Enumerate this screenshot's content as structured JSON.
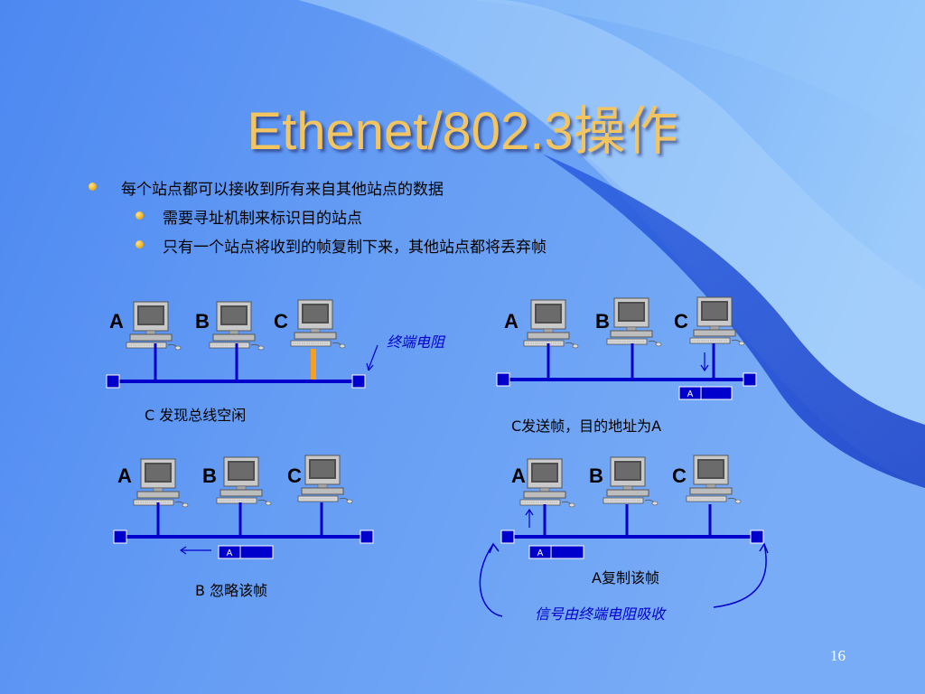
{
  "title": "Ethenet/802.3操作",
  "bullets": {
    "main": "每个站点都可以接收到所有来自其他站点的数据",
    "sub1": "需要寻址机制来标识目的站点",
    "sub2": "只有一个站点将收到的帧复制下来，其他站点都将丢弃帧"
  },
  "station_labels": {
    "a": "A",
    "b": "B",
    "c": "C"
  },
  "frame_address": "A",
  "diagrams": {
    "top_left": {
      "caption": "C 发现总线空闲",
      "terminator_label": "终端电阻"
    },
    "top_right": {
      "caption": "C发送帧，目的地址为A"
    },
    "bottom_left": {
      "caption": "B 忽略该帧"
    },
    "bottom_right": {
      "caption": "A复制该帧",
      "absorb_label": "信号由终端电阻吸收"
    }
  },
  "page_number": "16",
  "colors": {
    "bus": "#0000cc",
    "title": "#f3c561",
    "tap_active": "#f5a020",
    "bullet": "#e9a814"
  }
}
